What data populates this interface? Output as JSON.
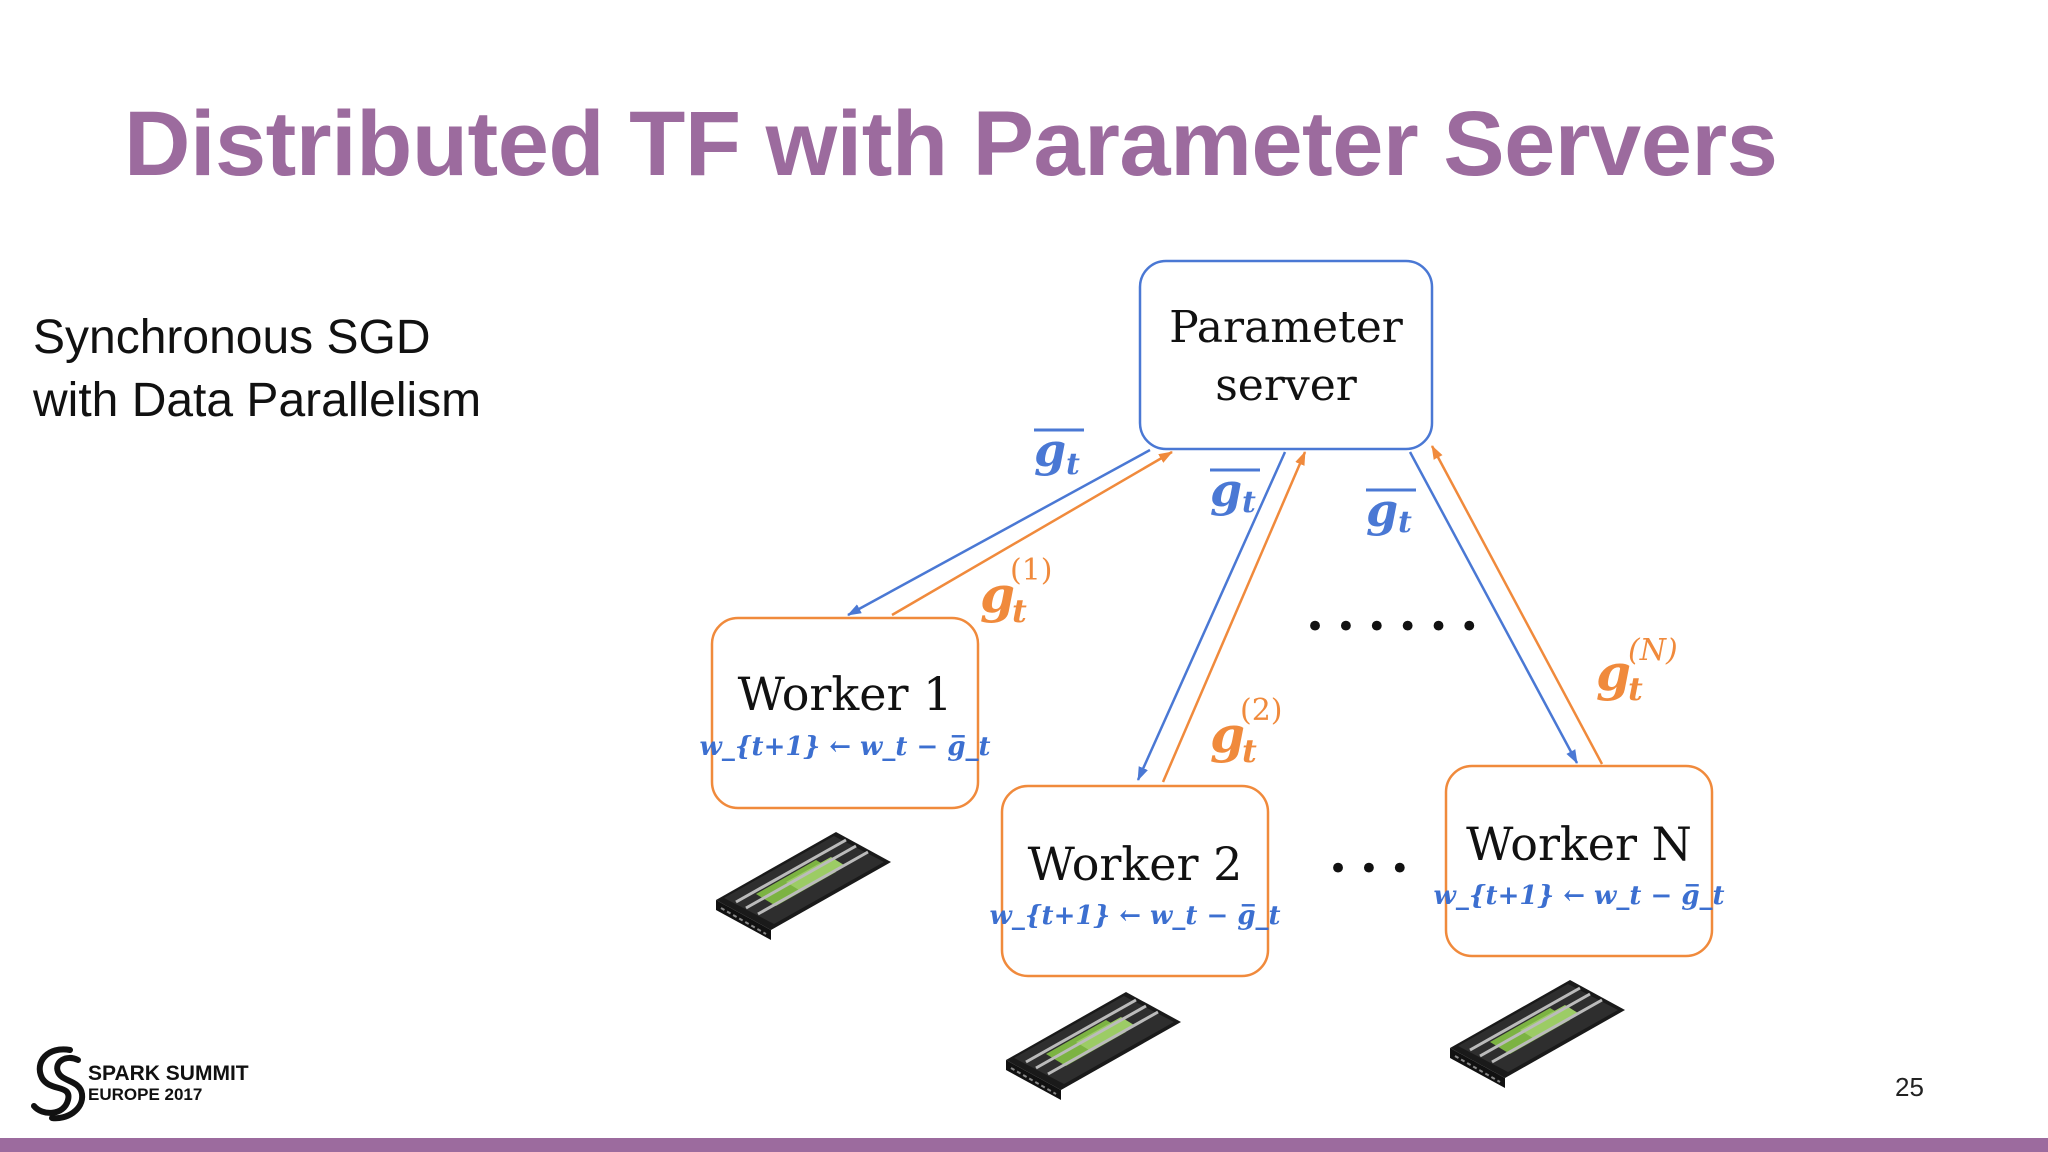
{
  "slide": {
    "title": "Distributed TF with Parameter Servers",
    "subtitle_line1": "Synchronous SGD",
    "subtitle_line2": "with Data Parallelism",
    "page_number": "25"
  },
  "logo": {
    "line1": "SPARK SUMMIT",
    "line2": "EUROPE 2017"
  },
  "diagram": {
    "parameter_server": {
      "line1": "Parameter",
      "line2": "server"
    },
    "workers": [
      {
        "name": "Worker 1",
        "update": "w_{t+1} ← w_t − g̅_t",
        "gradient_sup": "(1)"
      },
      {
        "name": "Worker 2",
        "update": "w_{t+1} ← w_t − g̅_t",
        "gradient_sup": "(2)"
      },
      {
        "name": "Worker N",
        "update": "w_{t+1} ← w_t − g̅_t",
        "gradient_sup": "(N)"
      }
    ],
    "mean_gradient_symbol": "g",
    "gradient_subscript": "t",
    "ellipsis_top": "• • • • • •",
    "ellipsis_bottom": "• • •",
    "colors": {
      "push_arrow": "#4a78d4",
      "pull_arrow": "#f08a3c",
      "server_border": "#4a78d4",
      "worker_border": "#f08a3c",
      "title": "#9c6b9e",
      "equation": "#3c6fd0"
    }
  }
}
